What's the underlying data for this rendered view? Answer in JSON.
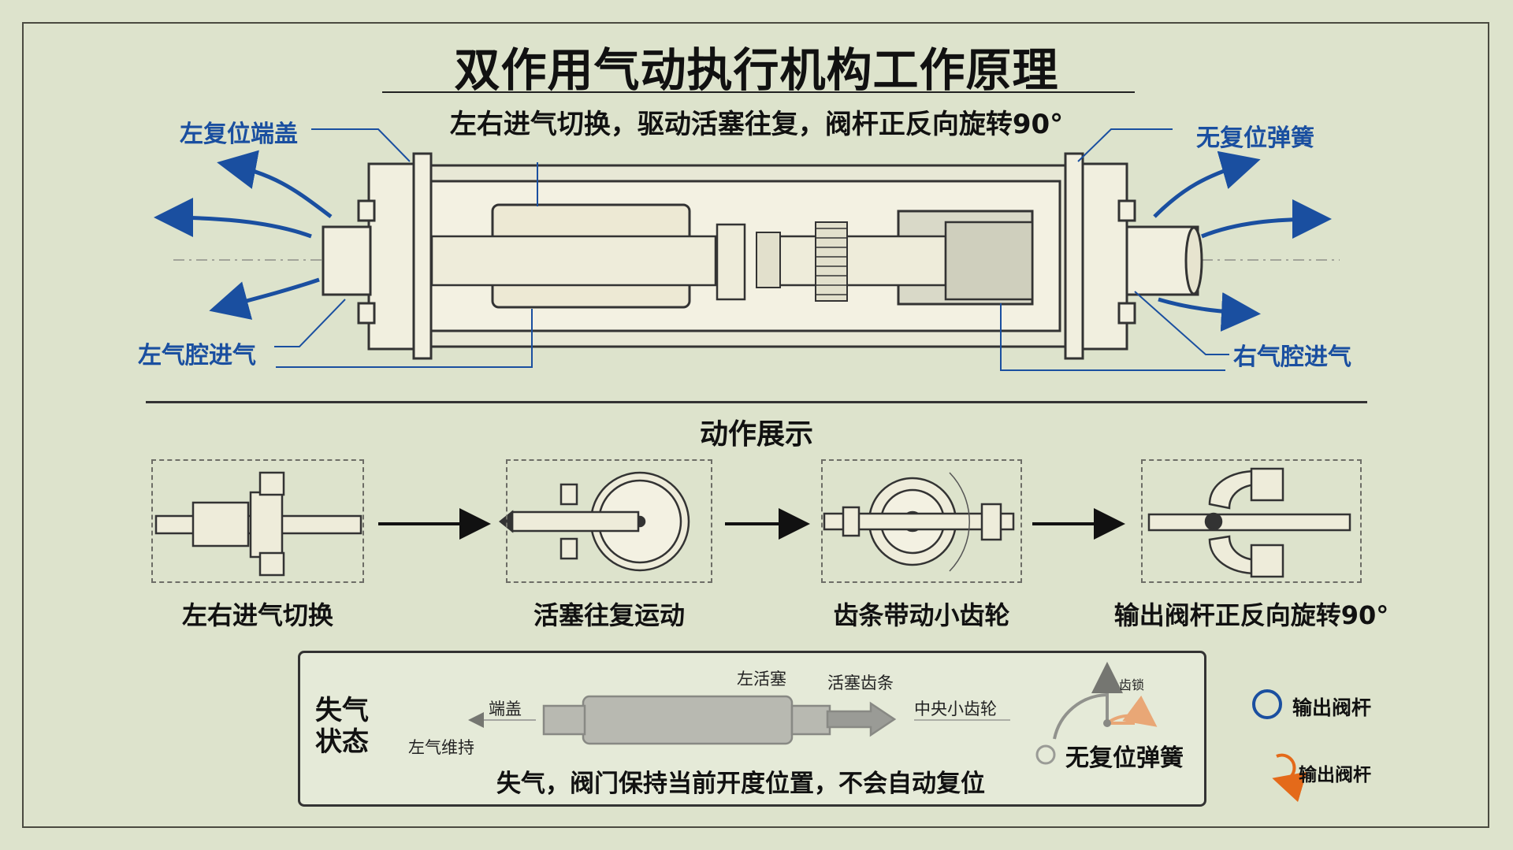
{
  "title": "双作用气动执行机构工作原理",
  "subtitle": "左右进气切换，驱动活塞往复，阀杆正反向旋转90°",
  "callouts": {
    "left_cap": "左复位端盖",
    "left_inlet": "左气腔进气",
    "right_spring": "无复位弹簧",
    "right_inlet": "右气腔进气"
  },
  "section_title": "动作展示",
  "steps": [
    {
      "label": "左右进气切换"
    },
    {
      "label": "活塞往复运动"
    },
    {
      "label": "齿条带动小齿轮"
    },
    {
      "label": "输出阀杆正反向旋转90°"
    }
  ],
  "state_panel": {
    "title": "失气状态",
    "end_cap": "端盖",
    "left_hold": "左气维持",
    "left_piston": "左活塞",
    "piston_rack": "活塞齿条",
    "center_pinion": "中央小齿轮",
    "tooth_lock": "齿锁",
    "no_spring": "无复位弹簧",
    "description": "失气，阀门保持当前开度位置，不会自动复位"
  },
  "legend": [
    {
      "label": "输出阀杆",
      "color": "#1a4fa0"
    },
    {
      "label": "输出阀杆",
      "color": "#e46a1a"
    }
  ],
  "colors": {
    "accent_blue": "#1a4fa0",
    "accent_orange": "#e46a1a",
    "ink": "#333333"
  }
}
